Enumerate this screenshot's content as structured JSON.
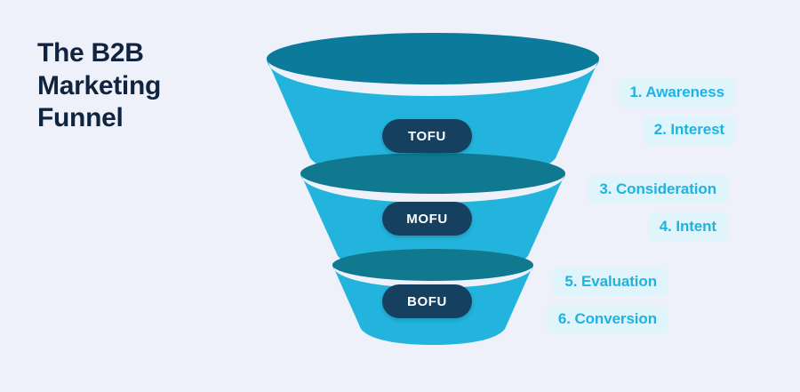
{
  "page": {
    "background_color": "#eef1fa",
    "title": "The B2B\nMarketing\nFunnel",
    "title_color": "#11243f"
  },
  "funnel": {
    "colors": {
      "body": "#22b4dc",
      "rim_top": "#0b7a9b",
      "rim_inner": "#10798f",
      "badge_background": "#16405f",
      "badge_text": "#ffffff"
    },
    "sections": [
      {
        "id": "tofu",
        "badge_label": "TOFU"
      },
      {
        "id": "mofu",
        "badge_label": "MOFU"
      },
      {
        "id": "bofu",
        "badge_label": "BOFU"
      }
    ]
  },
  "stage_labels": {
    "pill_background": "#dff4fb",
    "pill_text_color": "#1eb3e0",
    "groups": [
      {
        "section": "tofu",
        "items": [
          {
            "number": "1.",
            "text": "1. Awareness"
          },
          {
            "number": "2.",
            "text": "2. Interest"
          }
        ]
      },
      {
        "section": "mofu",
        "items": [
          {
            "number": "3.",
            "text": "3. Consideration"
          },
          {
            "number": "4.",
            "text": "4. Intent"
          }
        ]
      },
      {
        "section": "bofu",
        "items": [
          {
            "number": "5.",
            "text": "5. Evaluation"
          },
          {
            "number": "6.",
            "text": "6. Conversion"
          }
        ]
      }
    ]
  }
}
